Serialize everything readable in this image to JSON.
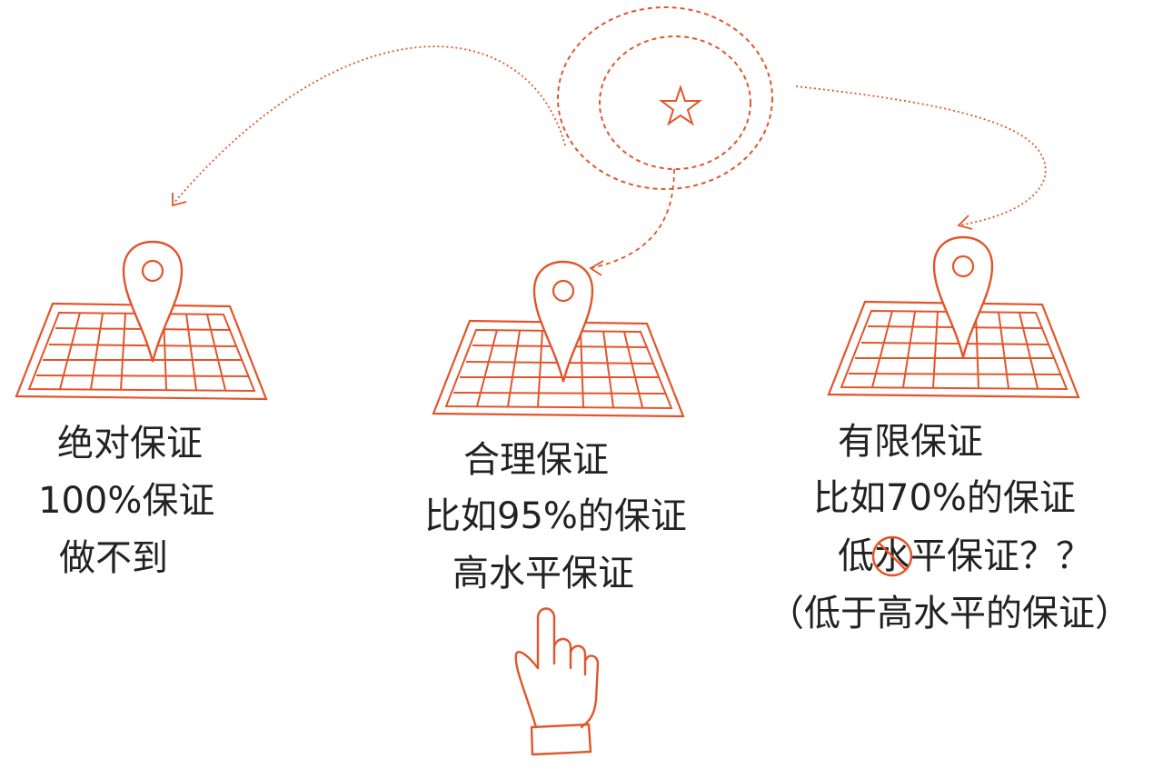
{
  "colors": {
    "accent": "#E2552A",
    "text": "#222222"
  },
  "icons": {
    "center": "star-target-icon",
    "maps": [
      "map-pin-icon",
      "map-pin-icon",
      "map-pin-icon"
    ],
    "pointer": "pointing-hand-icon"
  },
  "left": {
    "line1": "绝对保证",
    "line2": "100%保证",
    "line3": "做不到"
  },
  "middle": {
    "line1": "合理保证",
    "line2": "比如95%的保证",
    "line3": "高水平保证"
  },
  "right": {
    "line1": "有限保证",
    "line2": "比如70%的保证",
    "line3_pre": "低",
    "line3_struck": "水",
    "line3_post": "平保证？？",
    "line4": "（低于高水平的保证）"
  }
}
